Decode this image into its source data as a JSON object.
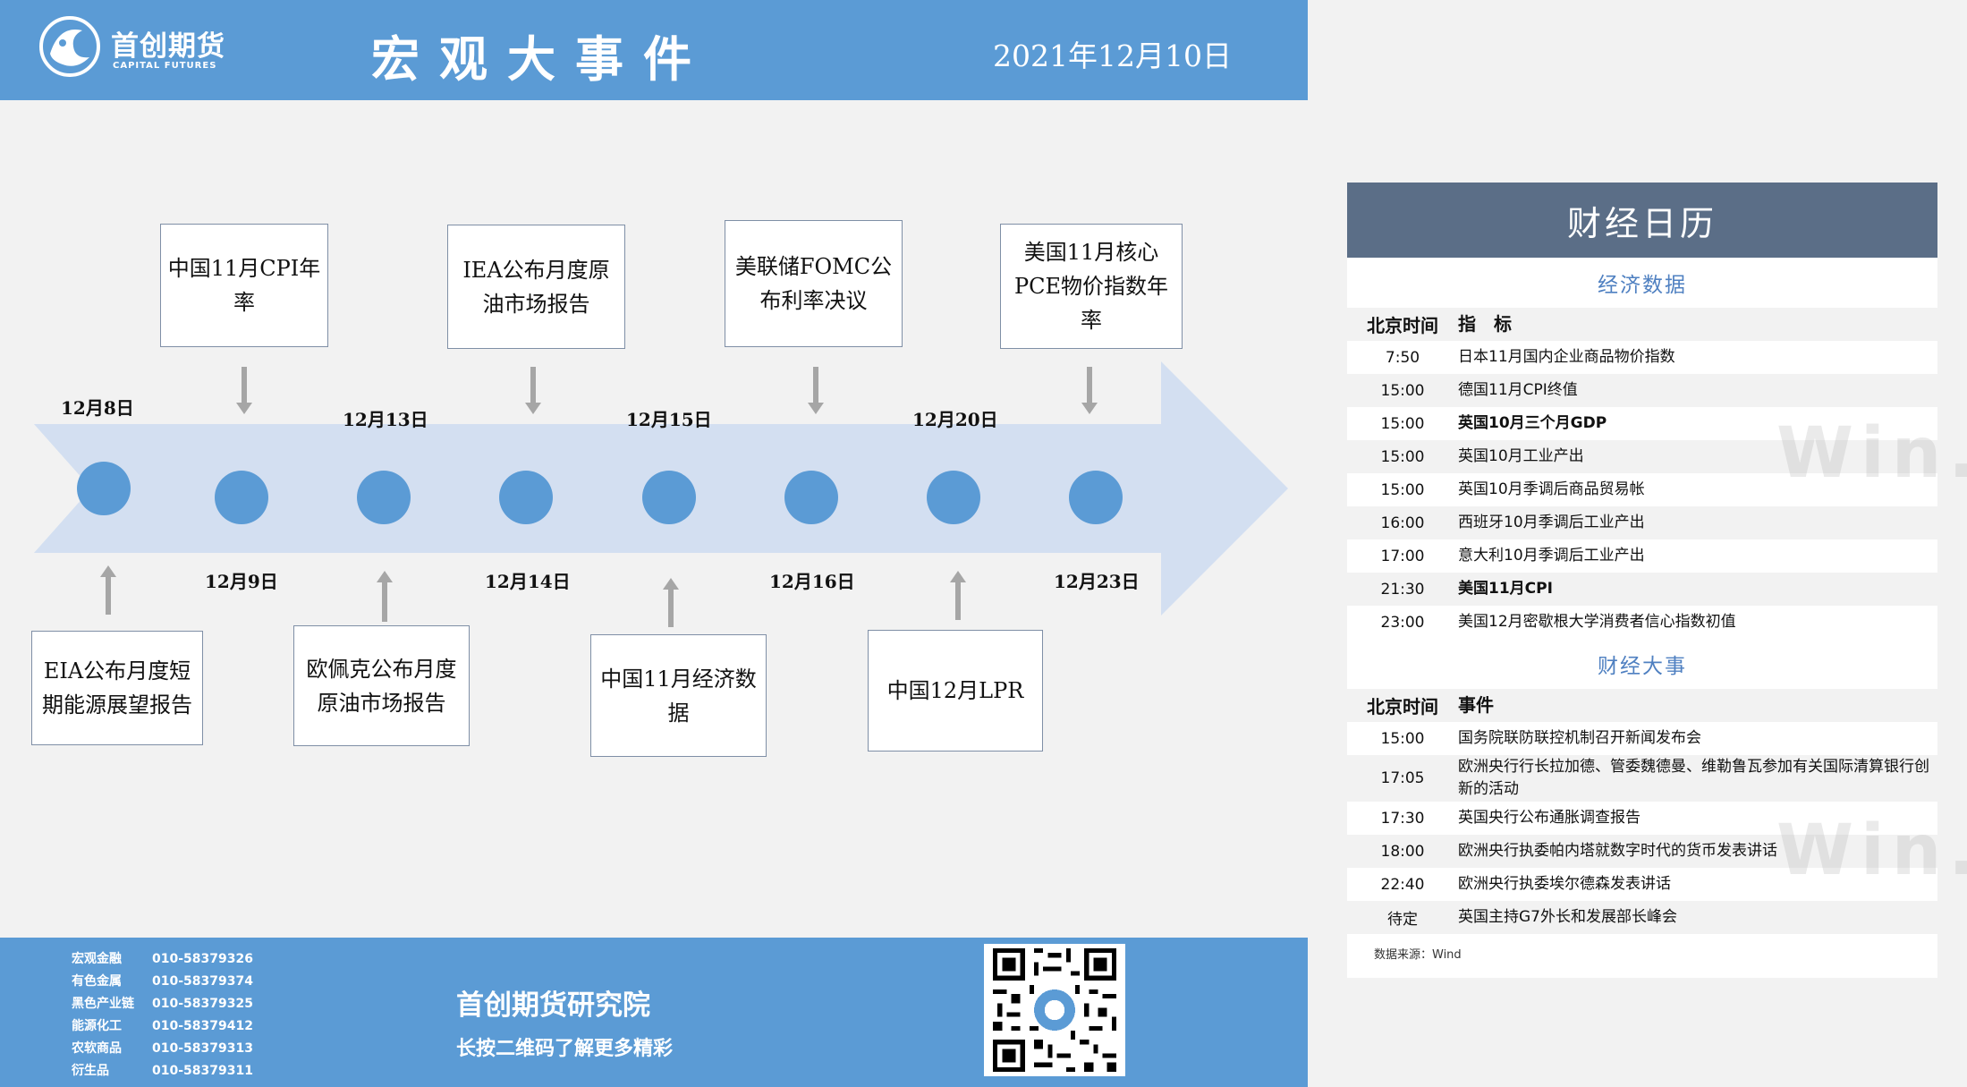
{
  "header": {
    "logo_cn": "首创期货",
    "logo_en": "CAPITAL FUTURES",
    "title": "宏观大事件",
    "date": "2021年12月10日"
  },
  "timeline": {
    "dates_top": [
      "12月8日",
      "12月13日",
      "12月15日",
      "12月20日"
    ],
    "dates_bottom": [
      "12月9日",
      "12月14日",
      "12月16日",
      "12月23日"
    ],
    "events_top": [
      "中国11月CPI年率",
      "IEA公布月度原油市场报告",
      "美联储FOMC公布利率决议",
      "美国11月核心PCE物价指数年率"
    ],
    "events_bottom": [
      "EIA公布月度短期能源展望报告",
      "欧佩克公布月度原油市场报告",
      "中国11月经济数据",
      "中国12月LPR"
    ]
  },
  "calendar": {
    "title": "财经日历",
    "econ_title": "经济数据",
    "econ_head": {
      "time": "北京时间",
      "item": "指　标"
    },
    "econ_rows": [
      {
        "time": "7:50",
        "item": "日本11月国内企业商品物价指数"
      },
      {
        "time": "15:00",
        "item": "德国11月CPI终值"
      },
      {
        "time": "15:00",
        "item": "英国10月三个月GDP"
      },
      {
        "time": "15:00",
        "item": "英国10月工业产出"
      },
      {
        "time": "15:00",
        "item": "英国10月季调后商品贸易帐"
      },
      {
        "time": "16:00",
        "item": "西班牙10月季调后工业产出"
      },
      {
        "time": "17:00",
        "item": "意大利10月季调后工业产出"
      },
      {
        "time": "21:30",
        "item": "美国11月CPI"
      },
      {
        "time": "23:00",
        "item": "美国12月密歇根大学消费者信心指数初值"
      }
    ],
    "events_title": "财经大事",
    "events_head": {
      "time": "北京时间",
      "item": "事件"
    },
    "events_rows": [
      {
        "time": "15:00",
        "item": "国务院联防联控机制召开新闻发布会"
      },
      {
        "time": "17:05",
        "item": "欧洲央行行长拉加德、管委魏德曼、维勒鲁瓦参加有关国际清算银行创新的活动"
      },
      {
        "time": "17:30",
        "item": "英国央行公布通胀调查报告"
      },
      {
        "time": "18:00",
        "item": "欧洲央行执委帕内塔就数字时代的货币发表讲话"
      },
      {
        "time": "22:40",
        "item": "欧洲央行执委埃尔德森发表讲话"
      },
      {
        "time": "待定",
        "item": "英国主持G7外长和发展部长峰会"
      }
    ],
    "source": "数据来源：Wind",
    "watermark": "Win.d"
  },
  "footer": {
    "contacts": [
      {
        "name": "宏观金融",
        "phone": "010-58379326"
      },
      {
        "name": "有色金属",
        "phone": "010-58379374"
      },
      {
        "name": "黑色产业链",
        "phone": "010-58379325"
      },
      {
        "name": "能源化工",
        "phone": "010-58379412"
      },
      {
        "name": "农软商品",
        "phone": "010-58379313"
      },
      {
        "name": "衍生品",
        "phone": "010-58379311"
      }
    ],
    "institute": "首创期货研究院",
    "slogan": "长按二维码了解更多精彩"
  },
  "colors": {
    "brand_blue": "#5b9bd5",
    "arrow_fill": "#d3dff1",
    "node_fill": "#5b9bd5",
    "calendar_header": "#5b6e87",
    "section_title": "#4f80c1"
  }
}
